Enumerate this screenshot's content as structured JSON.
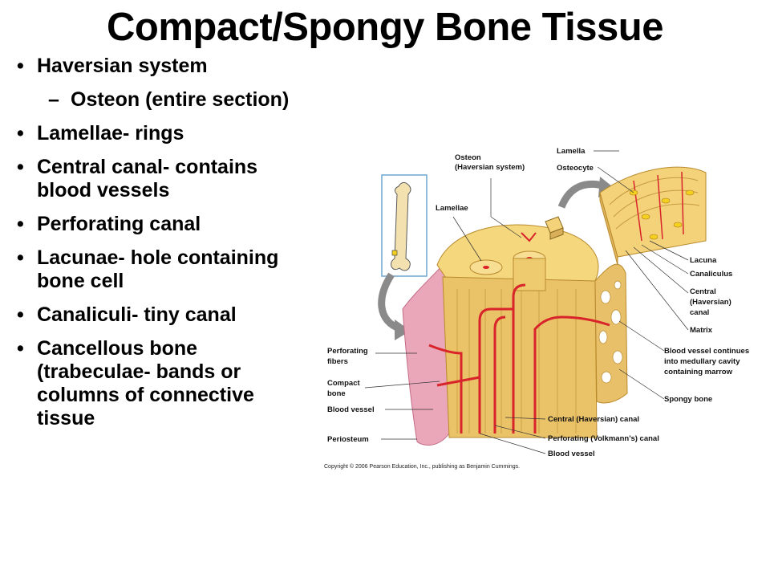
{
  "title": "Compact/Spongy Bone Tissue",
  "bullets": {
    "b1": "Haversian system",
    "b1_sub": "Osteon (entire section)",
    "b2": "Lamellae- rings",
    "b3": "Central canal- contains blood vessels",
    "b4": "Perforating canal",
    "b5": "Lacunae- hole containing bone cell",
    "b6": "Canaliculi- tiny canal",
    "b7": "Cancellous bone (trabeculae- bands or columns of connective tissue"
  },
  "figure": {
    "labels": {
      "osteon_l1": "Osteon",
      "osteon_l2": "(Haversian system)",
      "lamella": "Lamella",
      "osteocyte": "Osteocyte",
      "lamellae": "Lamellae",
      "lacuna": "Lacuna",
      "canaliculus": "Canaliculus",
      "central_l1": "Central",
      "central_l2": "(Haversian)",
      "central_l3": "canal",
      "matrix": "Matrix",
      "perf_fibers_l1": "Perforating",
      "perf_fibers_l2": "fibers",
      "compact_l1": "Compact",
      "compact_l2": "bone",
      "blood_vessel_left": "Blood vessel",
      "periosteum": "Periosteum",
      "bv_continues_l1": "Blood vessel continues",
      "bv_continues_l2": "into medullary cavity",
      "bv_continues_l3": "containing marrow",
      "spongy_bone": "Spongy bone",
      "central_haversian_canal": "Central (Haversian) canal",
      "perforating_volkmann": "Perforating (Volkmann’s) canal",
      "blood_vessel_bottom": "Blood vessel"
    },
    "copyright": "Copyright © 2006 Pearson Education, Inc., publishing as Benjamin Cummings."
  },
  "colors": {
    "bone": "#f2cd72",
    "bone_dark": "#d9a94a",
    "vessel": "#d8242a",
    "periosteum": "#e79bb0",
    "arrow": "#8a8a8a"
  }
}
